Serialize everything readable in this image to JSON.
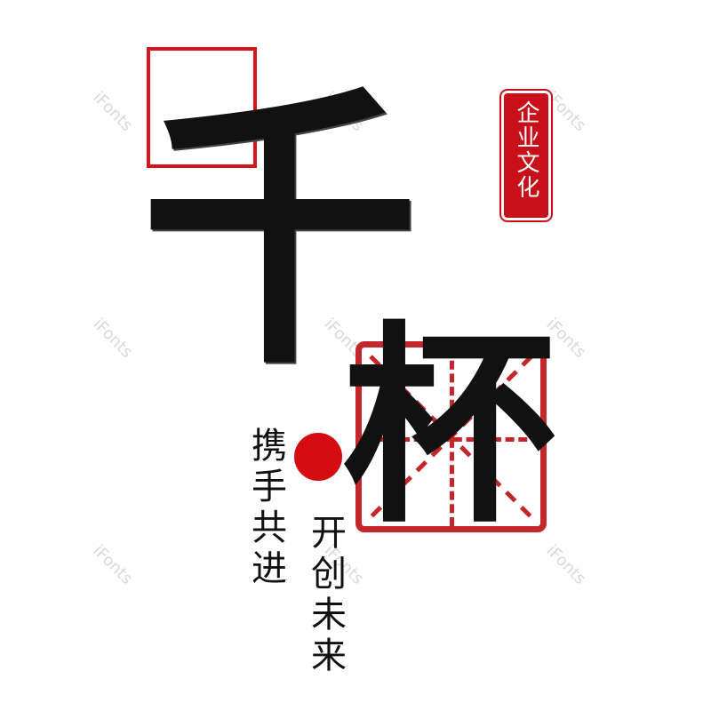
{
  "title_chars": [
    "千",
    "杯"
  ],
  "seal": {
    "text": "企业文化",
    "color": "#c8101a"
  },
  "slogan_left": "携手共进",
  "slogan_right": "开创未来",
  "accent_color": "#d40c12",
  "watermark": "iFonts"
}
